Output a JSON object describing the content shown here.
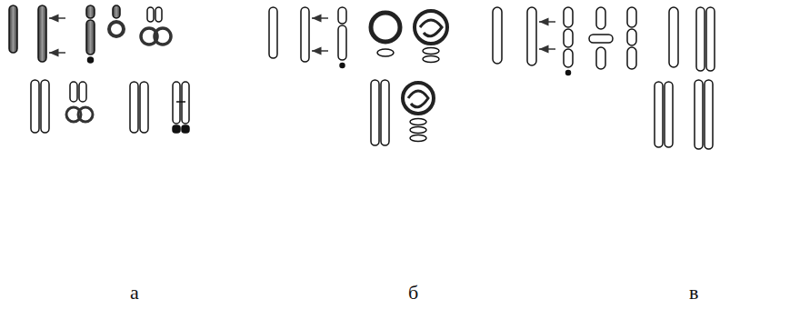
{
  "diagram": {
    "labels": [
      "а",
      "б",
      "в"
    ]
  }
}
